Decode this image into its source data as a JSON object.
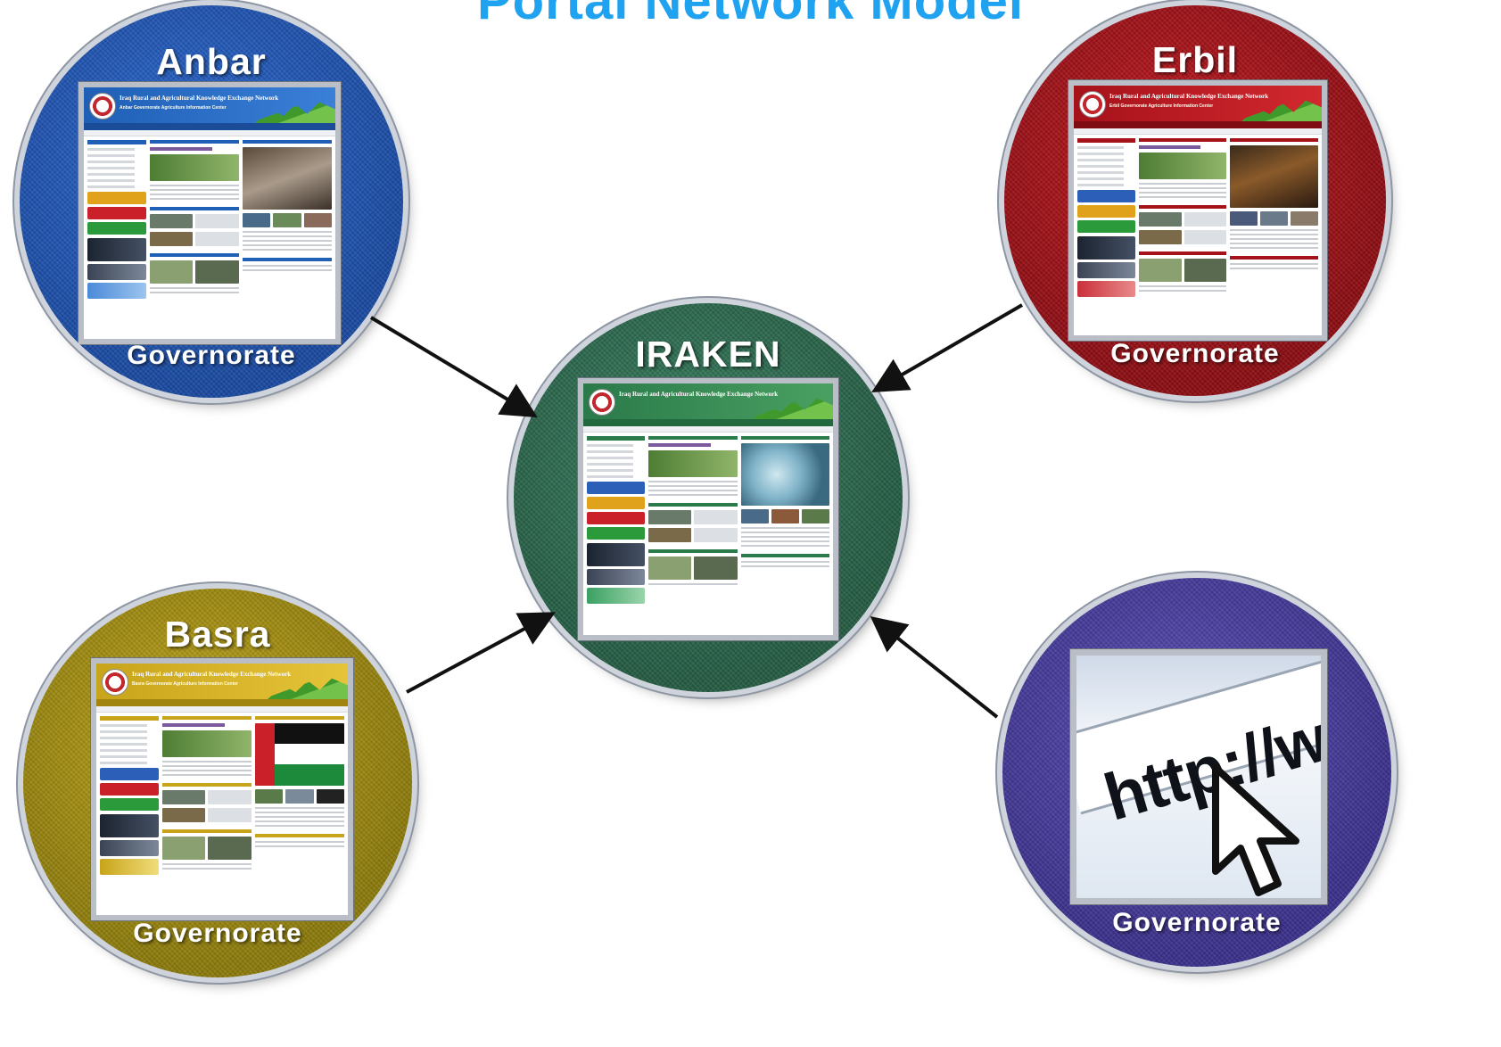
{
  "diagram": {
    "title": "Portal Network Model",
    "center": {
      "name": "IRAKEN",
      "color": "#2d6b4f",
      "site": {
        "title": "Iraq Rural and Agricultural Knowledge Exchange Network",
        "subtitle": ""
      }
    },
    "nodes": [
      {
        "id": "anbar",
        "name": "Anbar",
        "caption": "Governorate",
        "color": "#1f55b0",
        "site": {
          "title": "Iraq Rural and Agricultural Knowledge Exchange Network",
          "subtitle": "Anbar Governorate Agriculture Information Center"
        }
      },
      {
        "id": "erbil",
        "name": "Erbil",
        "caption": "Governorate",
        "color": "#9c1016",
        "site": {
          "title": "Iraq Rural and Agricultural Knowledge Exchange Network",
          "subtitle": "Erbil Governorate Agriculture Information Center"
        }
      },
      {
        "id": "basra",
        "name": "Basra",
        "caption": "Governorate",
        "color": "#a08c12",
        "site": {
          "title": "Iraq Rural and Agricultural Knowledge Exchange Network",
          "subtitle": "Basra Governorate Agriculture Information Center"
        }
      },
      {
        "id": "generic",
        "name": "",
        "caption": "Governorate",
        "color": "#4a3f9c",
        "url_text": "http://www"
      }
    ]
  }
}
